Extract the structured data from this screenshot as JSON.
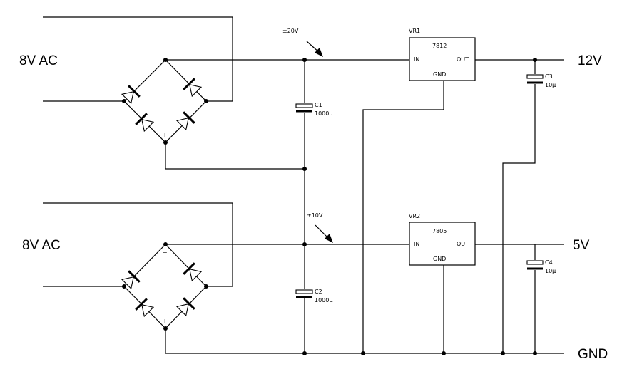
{
  "labels": {
    "input_top": "8V AC",
    "input_bottom": "8V AC",
    "out_12v": "12V",
    "out_5v": "5V",
    "gnd": "GND",
    "volt_top": "±20V",
    "volt_bottom": "±10V"
  },
  "regulators": {
    "vr1": {
      "ref": "VR1",
      "part": "7812",
      "in": "IN",
      "out": "OUT",
      "gnd": "GND"
    },
    "vr2": {
      "ref": "VR2",
      "part": "7805",
      "in": "IN",
      "out": "OUT",
      "gnd": "GND"
    }
  },
  "capacitors": {
    "c1": {
      "ref": "C1",
      "value": "1000µ"
    },
    "c2": {
      "ref": "C2",
      "value": "1000µ"
    },
    "c3": {
      "ref": "C3",
      "value": "10µ"
    },
    "c4": {
      "ref": "C4",
      "value": "10µ"
    }
  },
  "bridges": {
    "top": {
      "plus": "+",
      "minus": "I"
    },
    "bottom": {
      "plus": "+",
      "minus": "I"
    }
  }
}
